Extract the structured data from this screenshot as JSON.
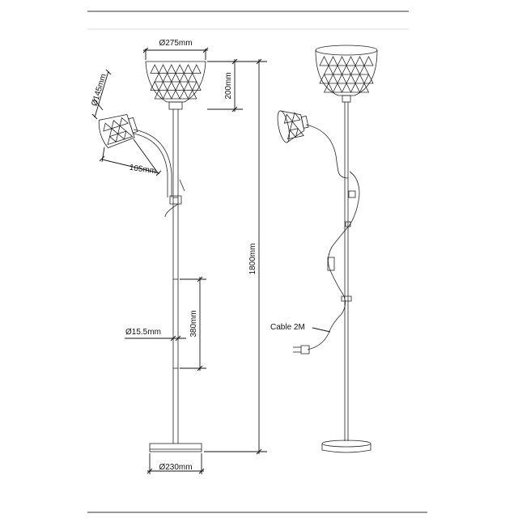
{
  "dimensions": {
    "shade_width": "Ø275mm",
    "shade_height": "200mm",
    "reading_shade_diameter": "Ø145mm",
    "reading_shade_depth": "105mm",
    "total_height": "1800mm",
    "pole_diameter": "Ø15.5mm",
    "segment_length": "380mm",
    "base_diameter": "Ø230mm"
  },
  "callouts": {
    "cable": "Cable 2M"
  },
  "colors": {
    "line": "#222222",
    "background": "#ffffff"
  }
}
